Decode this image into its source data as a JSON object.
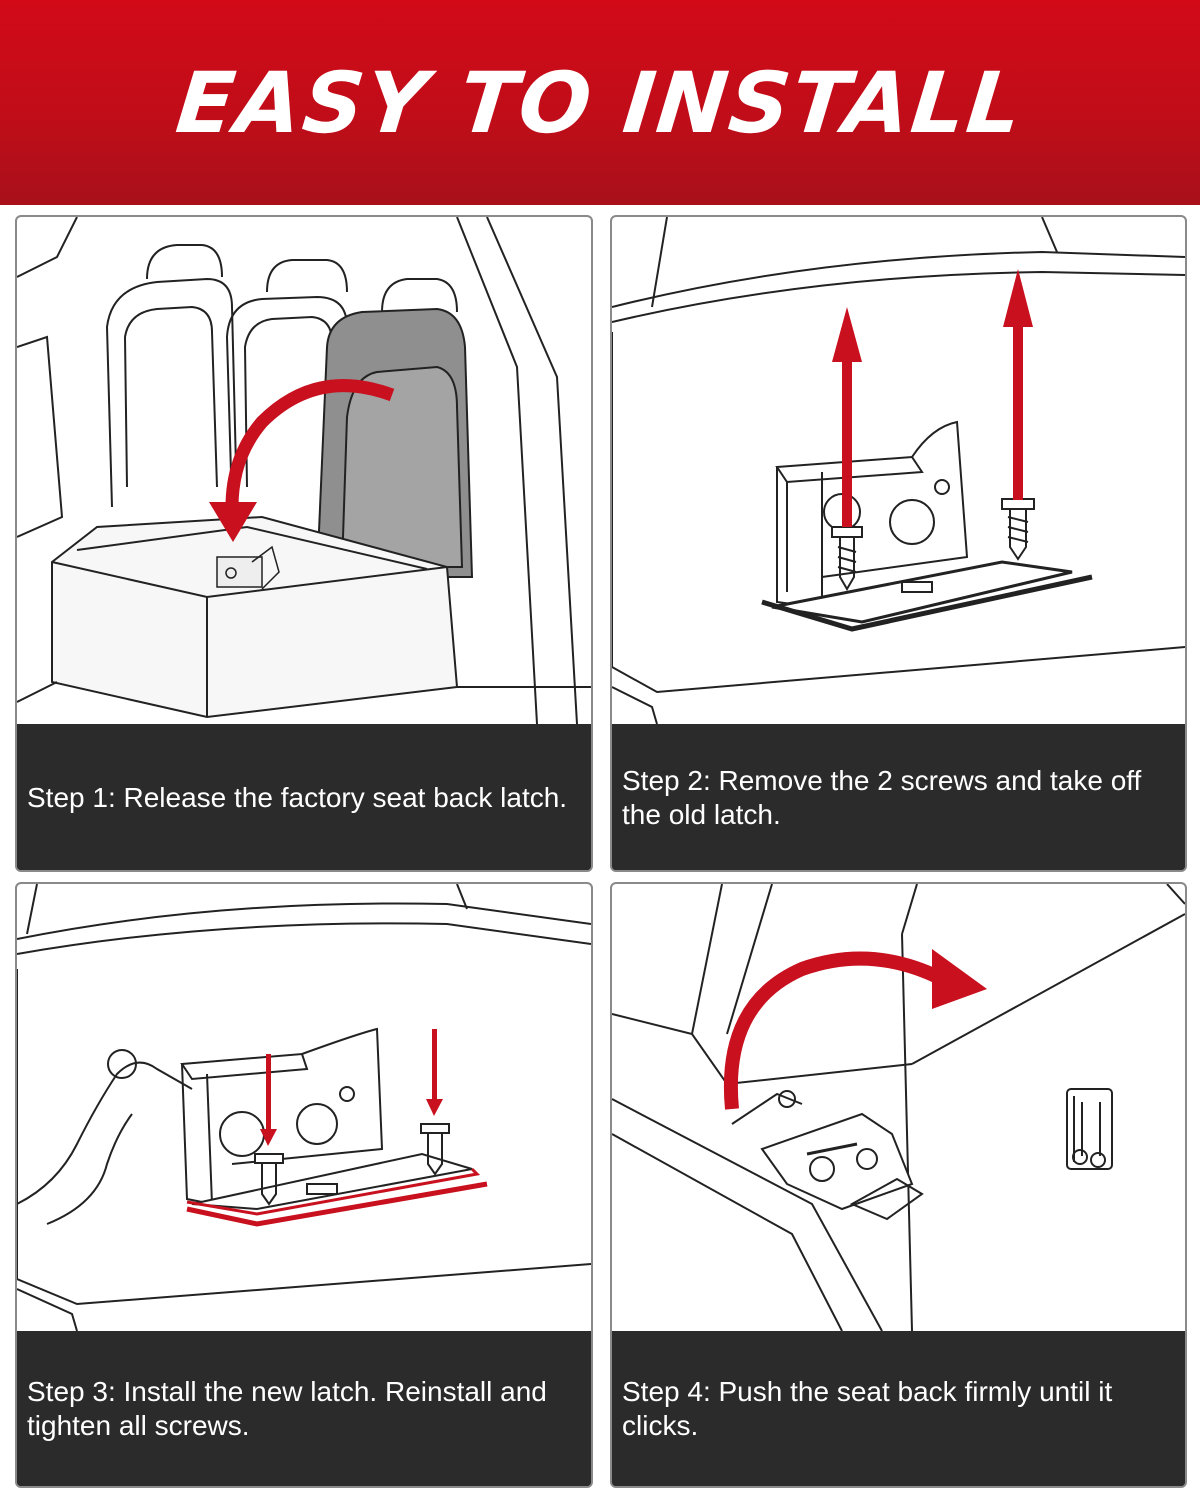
{
  "header": {
    "title": "EASY TO INSTALL"
  },
  "colors": {
    "accent": "#c8101e",
    "panel_caption_bg": "#2b2b2b",
    "caption_text": "#ffffff"
  },
  "steps": [
    {
      "text": "Step 1: Release the factory seat back latch.",
      "icon": "seat-fold-down-arrow-icon"
    },
    {
      "text": "Step 2: Remove the 2 screws and take off the old latch.",
      "icon": "screw-removal-arrows-icon"
    },
    {
      "text": "Step 3: Install the new latch. Reinstall and tighten all screws.",
      "icon": "screw-install-arrows-icon"
    },
    {
      "text": "Step 4: Push the seat back firmly until it clicks.",
      "icon": "push-seat-back-arrow-icon"
    }
  ]
}
